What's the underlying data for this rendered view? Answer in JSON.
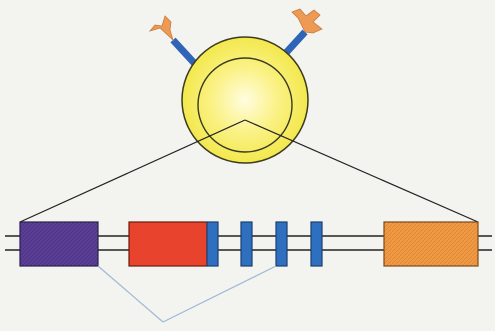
{
  "figure": {
    "background": "#f3f3ef",
    "cell": {
      "icon": "cell-with-surface-receptors",
      "outer_fill": "#f1e640",
      "inner_glow": "#fffde0",
      "outline": "#3a3a20"
    },
    "receptors": [
      {
        "name": "left-receptor",
        "stem": "#2f64b7",
        "head": "#ed9a55",
        "icon": "y-shaped-receptor"
      },
      {
        "name": "right-receptor",
        "stem": "#2f64b7",
        "head": "#ed9a55",
        "icon": "y-shaped-receptor"
      }
    ],
    "gene": {
      "strands": "double-line",
      "line_color": "#222222",
      "segments": [
        {
          "name": "purple-segment",
          "color": "#5b3f96",
          "pattern": "hatched"
        },
        {
          "name": "red-segment",
          "color": "#e8432c",
          "pattern": "solid"
        },
        {
          "name": "blue-segment-1",
          "color": "#2f6fc0",
          "pattern": "solid"
        },
        {
          "name": "blue-segment-2",
          "color": "#2f6fc0",
          "pattern": "solid"
        },
        {
          "name": "blue-segment-3",
          "color": "#2f6fc0",
          "pattern": "solid"
        },
        {
          "name": "blue-segment-4",
          "color": "#2f6fc0",
          "pattern": "solid"
        },
        {
          "name": "orange-segment",
          "color": "#f19a45",
          "pattern": "hatched"
        }
      ]
    },
    "joining_line_color": "#9fb8d6"
  }
}
